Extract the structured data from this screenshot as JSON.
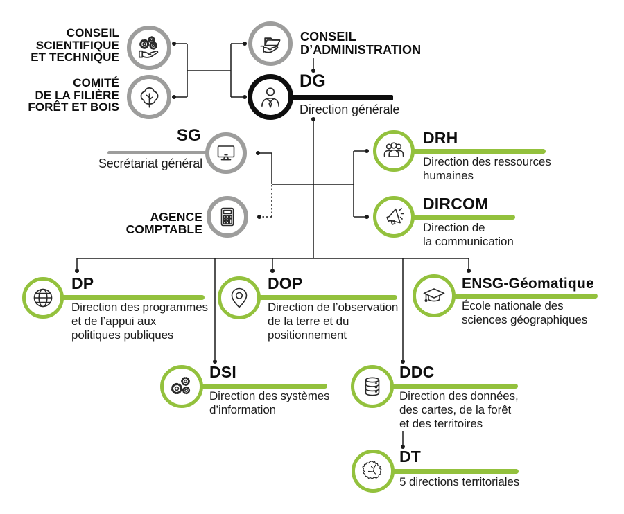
{
  "diagram_type": "organigramme",
  "colors": {
    "accent_green": "#93c13d",
    "neutral_gray": "#9d9d9c",
    "line_black": "#1a1a1a",
    "text_black": "#0e0e0e"
  },
  "nodes": {
    "cst": {
      "name": "CONSEIL\nSCIENTIFIQUE\nET TECHNIQUE",
      "icon": "hand-gears-icon"
    },
    "comite": {
      "name": "COMITÉ\nDE LA FILIÈRE\nFORÊT ET BOIS",
      "icon": "tree-icon"
    },
    "ca": {
      "name": "CONSEIL\nD’ADMINISTRATION",
      "icon": "folder-hand-icon"
    },
    "dg": {
      "acronym": "DG",
      "name": "Direction générale",
      "icon": "person-icon"
    },
    "sg": {
      "acronym": "SG",
      "name": "Secrétariat général",
      "icon": "monitor-icon"
    },
    "ac": {
      "name": "AGENCE COMPTABLE",
      "icon": "calculator-icon"
    },
    "drh": {
      "acronym": "DRH",
      "name": "Direction des ressources\nhumaines",
      "icon": "people-icon"
    },
    "dircom": {
      "acronym": "DIRCOM",
      "name": "Direction de\nla communication",
      "icon": "megaphone-icon"
    },
    "dp": {
      "acronym": "DP",
      "name": "Direction des programmes\net de l’appui aux\npolitiques publiques",
      "icon": "globe-icon"
    },
    "dop": {
      "acronym": "DOP",
      "name": "Direction de l’observation\nde la terre et du\npositionnement",
      "icon": "pin-icon"
    },
    "ensg": {
      "acronym": "ENSG-Géomatique",
      "name": "École nationale des\nsciences géographiques",
      "icon": "graduation-cap-icon"
    },
    "dsi": {
      "acronym": "DSI",
      "name": "Direction des systèmes\nd’information",
      "icon": "gears-icon"
    },
    "ddc": {
      "acronym": "DDC",
      "name": "Direction des données,\ndes cartes, de la forêt\net des territoires",
      "icon": "database-icon"
    },
    "dt": {
      "acronym": "DT",
      "name": "5 directions territoriales",
      "icon": "france-map-icon"
    }
  }
}
